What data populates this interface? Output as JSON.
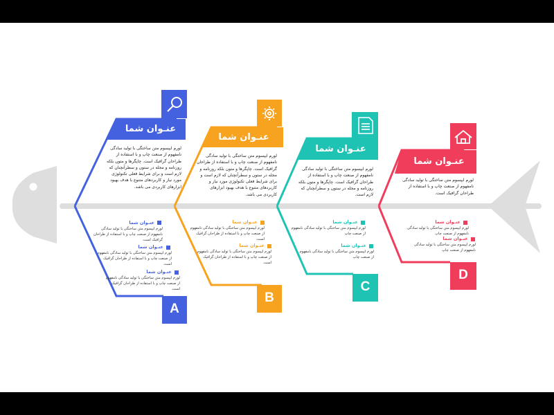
{
  "colors": {
    "a": "#4462E0",
    "b": "#F7A31F",
    "c": "#1FC3B4",
    "d": "#F03D5C",
    "spine": "#DEDEDE",
    "frame": "#000000"
  },
  "branches": [
    {
      "id": "a",
      "icon": "magnifier-icon",
      "title": "عنـوان شما",
      "body": "لورم ایپسوم متن ساختگی با تولید سادگی نامفهوم از صنعت چاپ و با استفاده از طراحان گرافیک است. چاپگرها و متون بلکه روزنامه و مجله در ستون و سطرآنچنان که لازم است و برای شرایط فعلی تکنولوژی مورد نیاز و کاربردهای متنوع با هدف بهبود ابزارهای کاربردی می باشد.",
      "letter": "A",
      "subs": [
        {
          "title": "عنـوان شما",
          "body": "لورم ایپسوم متن ساختگی با تولید سادگی نامفهوم از صنعت چاپ و با استفاده از طراحان گرافیک است."
        },
        {
          "title": "عنـوان شما",
          "body": "لورم ایپسوم متن ساختگی با تولید سادگی نامفهوم از صنعت چاپ و با استفاده از طراحان گرافیک است."
        },
        {
          "title": "عنـوان شما",
          "body": "لورم ایپسوم متن ساختگی با تولید سادگی نامفهوم از صنعت چاپ و با استفاده از طراحان گرافیک است."
        }
      ]
    },
    {
      "id": "b",
      "icon": "gear-icon",
      "title": "عنـوان شما",
      "body": "لورم ایپسوم متن ساختگی با تولید سادگی نامفهوم از صنعت چاپ و با استفاده از طراحان گرافیک است. چاپگرها و متون بلکه روزنامه و مجله در ستون و سطرآنچنان که لازم است و برای شرایط فعلی تکنولوژی مورد نیاز و کاربردهای متنوع با هدف بهبود ابزارهای کاربردی می باشد.",
      "letter": "B",
      "subs": [
        {
          "title": "عنـوان شما",
          "body": "لورم ایپسوم متن ساختگی با تولید سادگی نامفهوم از صنعت چاپ و با استفاده از طراحان گرافیک است."
        },
        {
          "title": "عنـوان شما",
          "body": "لورم ایپسوم متن ساختگی با تولید سادگی نامفهوم از صنعت چاپ و با استفاده از طراحان گرافیک است."
        }
      ]
    },
    {
      "id": "c",
      "icon": "document-icon",
      "title": "عنـوان شما",
      "body": "لورم ایپسوم متن ساختگی با تولید سادگی نامفهوم از صنعت چاپ و با استفاده از طراحان گرافیک است. چاپگرها و متون بلکه روزنامه و مجله در ستون و سطرآنچنان که لازم است.",
      "letter": "C",
      "subs": [
        {
          "title": "عنـوان شما",
          "body": "لورم ایپسوم متن ساختگی با تولید سادگی نامفهوم از صنعت چاپ"
        },
        {
          "title": "عنـوان شما",
          "body": "لورم ایپسوم متن ساختگی با تولید سادگی نامفهوم از صنعت چاپ"
        }
      ]
    },
    {
      "id": "d",
      "icon": "home-icon",
      "title": "عنـوان شما",
      "body": "لورم ایپسوم متن ساختگی با تولید سادگی نامفهوم از صنعت چاپ و با استفاده از طراحان گرافیک است.",
      "letter": "D",
      "subs": [
        {
          "title": "عنـوان شما",
          "body": "لورم ایپسوم متن ساختگی با تولید سادگی نامفهوم از صنعت چاپ"
        },
        {
          "title": "عنـوان شما",
          "body": "لورم ایپسوم متن ساختگی با تولید سادگی نامفهوم از صنعت چاپ"
        }
      ]
    }
  ]
}
